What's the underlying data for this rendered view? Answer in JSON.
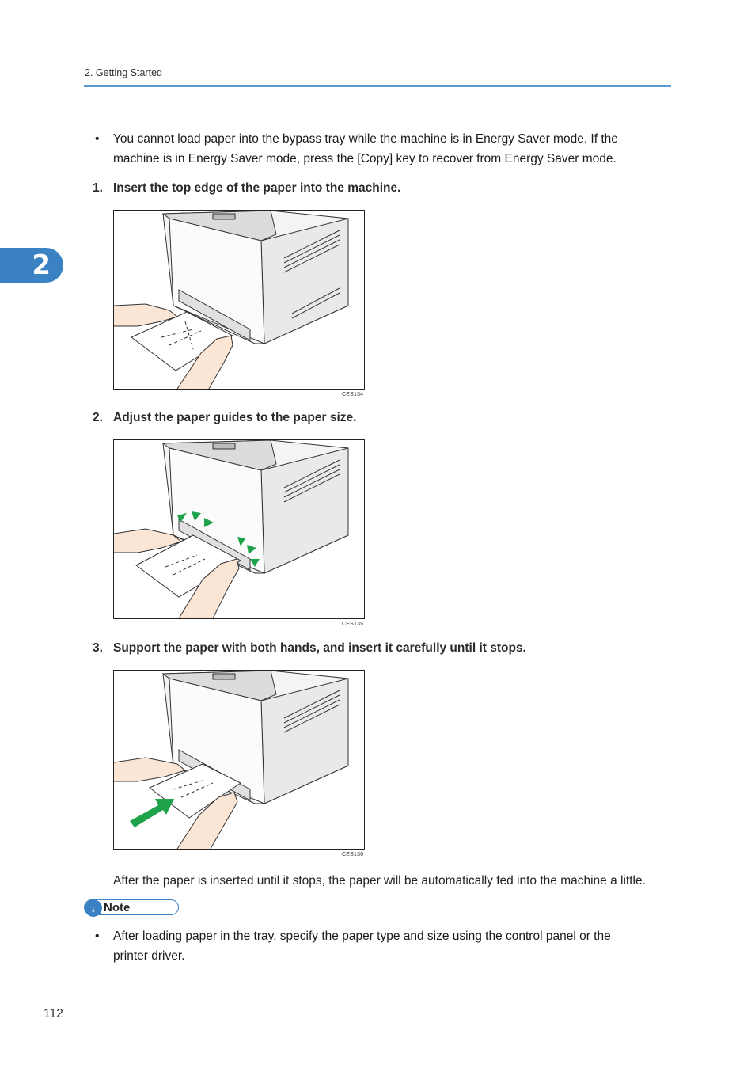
{
  "header": {
    "running_title": "2. Getting Started"
  },
  "chapter_tab": {
    "number": "2"
  },
  "intro_bullet": {
    "marker": "•",
    "line1": "You cannot load paper into the bypass tray while the machine is in Energy Saver mode. If the",
    "line2": "machine is in Energy Saver mode, press the [Copy] key to recover from Energy Saver mode."
  },
  "steps": [
    {
      "number": "1.",
      "text": "Insert the top edge of the paper into the machine.",
      "figure_code": "CES134"
    },
    {
      "number": "2.",
      "text": "Adjust the paper guides to the paper size.",
      "figure_code": "CES135"
    },
    {
      "number": "3.",
      "text": "Support the paper with both hands, and insert it carefully until it stops.",
      "figure_code": "CES136"
    }
  ],
  "after_step_text": "After the paper is inserted until it stops, the paper will be automatically fed into the machine a little.",
  "note": {
    "label": "Note",
    "icon": "down-arrow-circle-icon",
    "bullet_marker": "•",
    "line1": "After loading paper in the tray, specify the paper type and size using the control panel or the",
    "line2": "printer driver."
  },
  "footer": {
    "page_number": "112"
  },
  "colors": {
    "accent": "#3b82c4",
    "rule": "#5b9bd5",
    "arrow_green": "#1fa34a"
  }
}
